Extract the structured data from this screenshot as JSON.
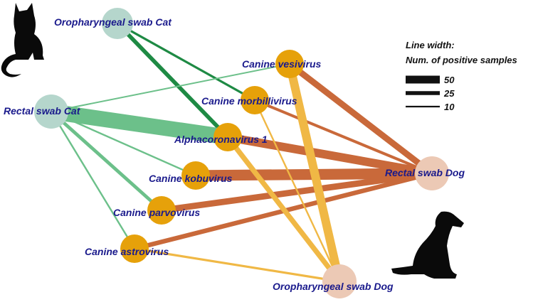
{
  "legend": {
    "title_line1": "Line width:",
    "title_line2": "Num. of positive samples",
    "items": [
      {
        "value": 50,
        "label": "50"
      },
      {
        "value": 25,
        "label": "25"
      },
      {
        "value": 10,
        "label": "10"
      }
    ]
  },
  "colors": {
    "host_cat": "#b5d6cc",
    "host_dog": "#ecc9b5",
    "virus": "#e6a10a",
    "edge_oro_cat": "#1e8a44",
    "edge_rectal_cat": "#6cc08a",
    "edge_rectal_dog": "#c9693a",
    "edge_oro_dog": "#f0b845",
    "label": "#1a1a8c"
  },
  "icons": {
    "cat": "cat-silhouette-icon",
    "dog": "dog-silhouette-icon"
  },
  "nodes": [
    {
      "id": "oro_cat",
      "label": "Oropharyngeal swab Cat",
      "kind": "host_cat"
    },
    {
      "id": "rectal_cat",
      "label": "Rectal swab Cat",
      "kind": "host_cat"
    },
    {
      "id": "rectal_dog",
      "label": "Rectal swab Dog",
      "kind": "host_dog"
    },
    {
      "id": "oro_dog",
      "label": "Oropharyngeal swab Dog",
      "kind": "host_dog"
    },
    {
      "id": "vesivirus",
      "label": "Canine vesivirus",
      "kind": "virus"
    },
    {
      "id": "morbillivirus",
      "label": "Canine morbillivirus",
      "kind": "virus"
    },
    {
      "id": "alphacoronavirus",
      "label": "Alphacoronavirus  1",
      "kind": "virus"
    },
    {
      "id": "kobuvirus",
      "label": "Canine kobuvirus",
      "kind": "virus"
    },
    {
      "id": "parvovirus",
      "label": "Canine parvovirus",
      "kind": "virus"
    },
    {
      "id": "astrovirus",
      "label": "Canine astrovirus",
      "kind": "virus"
    }
  ],
  "edges": [
    {
      "source": "oro_cat",
      "target": "morbillivirus",
      "samples": 8
    },
    {
      "source": "oro_cat",
      "target": "alphacoronavirus",
      "samples": 14
    },
    {
      "source": "rectal_cat",
      "target": "vesivirus",
      "samples": 5
    },
    {
      "source": "rectal_cat",
      "target": "alphacoronavirus",
      "samples": 55
    },
    {
      "source": "rectal_cat",
      "target": "kobuvirus",
      "samples": 6
    },
    {
      "source": "rectal_cat",
      "target": "parvovirus",
      "samples": 12
    },
    {
      "source": "rectal_cat",
      "target": "astrovirus",
      "samples": 6
    },
    {
      "source": "rectal_dog",
      "target": "vesivirus",
      "samples": 22
    },
    {
      "source": "rectal_dog",
      "target": "morbillivirus",
      "samples": 10
    },
    {
      "source": "rectal_dog",
      "target": "alphacoronavirus",
      "samples": 30
    },
    {
      "source": "rectal_dog",
      "target": "kobuvirus",
      "samples": 38
    },
    {
      "source": "rectal_dog",
      "target": "parvovirus",
      "samples": 22
    },
    {
      "source": "rectal_dog",
      "target": "astrovirus",
      "samples": 16
    },
    {
      "source": "oro_dog",
      "target": "vesivirus",
      "samples": 30
    },
    {
      "source": "oro_dog",
      "target": "morbillivirus",
      "samples": 6
    },
    {
      "source": "oro_dog",
      "target": "alphacoronavirus",
      "samples": 18
    },
    {
      "source": "oro_dog",
      "target": "astrovirus",
      "samples": 8
    }
  ]
}
